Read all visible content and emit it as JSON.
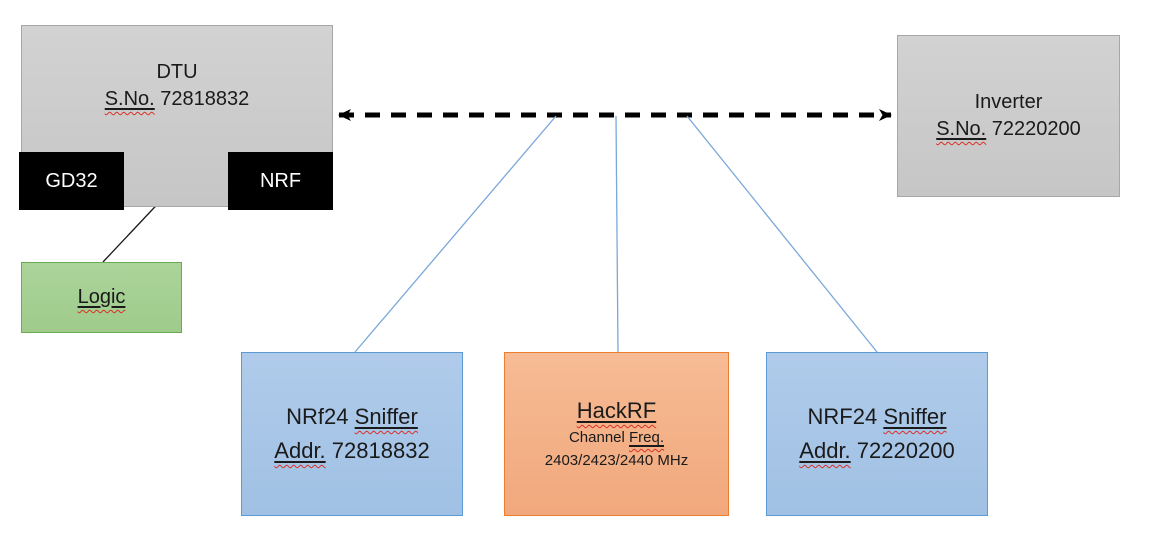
{
  "diagram": {
    "dtu": {
      "title": "DTU",
      "sno_label": "S.No.",
      "serial": "72818832"
    },
    "gd32": {
      "label": "GD32"
    },
    "nrf": {
      "label": "NRF"
    },
    "logic": {
      "label": "Logic"
    },
    "inverter": {
      "title": "Inverter",
      "sno_label": "S.No.",
      "serial": "72220200"
    },
    "sniffer_left": {
      "name_prefix": "NRf24",
      "name_word": "Sniffer",
      "addr_label": "Addr.",
      "address": "72818832"
    },
    "hackrf": {
      "title": "HackRF",
      "channel_label_prefix": "Channel",
      "channel_label_word": "Freq.",
      "frequencies": "2403/2423/2440 MHz"
    },
    "sniffer_right": {
      "name_prefix": "NRF24",
      "name_word": "Sniffer",
      "addr_label": "Addr.",
      "address": "72220200"
    }
  },
  "colors": {
    "gray_fill": "#cbcbcb",
    "gray_border": "#a7a7a7",
    "chip_black": "#000000",
    "green_fill": "#a6d096",
    "green_border": "#6aad50",
    "blue_fill": "#a8c6e8",
    "blue_border": "#5b9bd5",
    "orange_fill": "#f4b183",
    "orange_border": "#ed7d31",
    "connector_blue": "#7aa8d9",
    "arrow_black": "#000000",
    "squiggle_red": "#d93025",
    "text": "#1a1a1a"
  }
}
